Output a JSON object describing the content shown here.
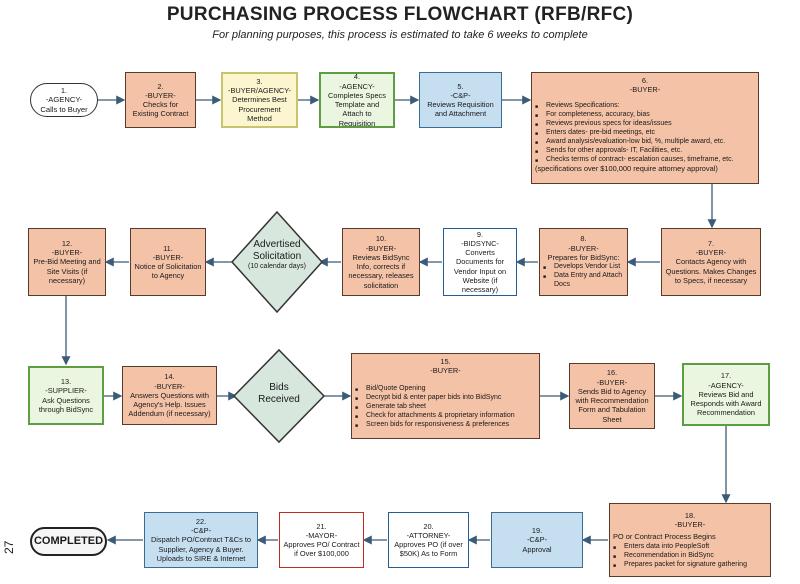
{
  "header": {
    "title": "PURCHASING PROCESS FLOWCHART (RFB/RFC)",
    "subtitle": "For planning purposes, this process is estimated to take 6 weeks to complete"
  },
  "steps": {
    "s1": {
      "num": "1.",
      "role": "-AGENCY-",
      "text": "Calls to Buyer"
    },
    "s2": {
      "num": "2.",
      "role": "-BUYER-",
      "text": "Checks for Existing Contract"
    },
    "s3": {
      "num": "3.",
      "role": "-BUYER/AGENCY-",
      "text": "Determines Best Procurement Method"
    },
    "s4": {
      "num": "4.",
      "role": "-AGENCY-",
      "text": "Completes Specs Template and Attach to Requisition"
    },
    "s5": {
      "num": "5.",
      "role": "-C&P-",
      "text": "Reviews Requisition and Attachment"
    },
    "s6": {
      "num": "6.",
      "role": "-BUYER-",
      "items": [
        "Reviews Specifications:",
        "For completeness, accuracy, bias",
        "Reviews previous specs for ideas/issues",
        "Enters dates- pre-bid meetings, etc",
        "Award analysis/evaluation-low bid, %, multiple award, etc.",
        "Sends for other approvals- IT, Facilities, etc.",
        "Checks terms of contract- escalation causes, timeframe, etc."
      ],
      "note": "(specifications over $100,000 require attorney approval)"
    },
    "s7": {
      "num": "7.",
      "role": "-BUYER-",
      "text": "Contacts Agency with Questions. Makes Changes to Specs, if necessary"
    },
    "s8": {
      "num": "8.",
      "role": "-BUYER-",
      "intro": "Prepares for BidSync:",
      "items": [
        "Develops Vendor List",
        "Data Entry and Attach Docs"
      ]
    },
    "s9": {
      "num": "9.",
      "role": "-BIDSYNC-",
      "text": "Converts Documents for Vendor Input on Website (if necessary)"
    },
    "s10": {
      "num": "10.",
      "role": "-BUYER-",
      "text": "Reviews BidSync Info, corrects if necessary, releases solicitation"
    },
    "s11": {
      "num": "11.",
      "role": "-BUYER-",
      "text": "Notice of Solicitation to Agency"
    },
    "s12": {
      "num": "12.",
      "role": "-BUYER-",
      "text": "Pre-Bid Meeting and Site Visits (if necessary)"
    },
    "s13": {
      "num": "13.",
      "role": "-SUPPLIER-",
      "text": "Ask Questions through BidSync"
    },
    "s14": {
      "num": "14.",
      "role": "-BUYER-",
      "text": "Answers Questions with Agency's Help. Issues Addendum (if necessary)"
    },
    "s15": {
      "num": "15.",
      "role": "-BUYER-",
      "items": [
        "Bid/Quote Opening",
        "Decrypt bid & enter paper bids into BidSync",
        "Generate tab sheet",
        "Check for attachments & proprietary information",
        "Screen bids for responsiveness & preferences"
      ]
    },
    "s16": {
      "num": "16.",
      "role": "-BUYER-",
      "text": "Sends Bid to Agency with Recommendation Form and Tabulation Sheet"
    },
    "s17": {
      "num": "17.",
      "role": "-AGENCY-",
      "text": "Reviews Bid and Responds with Award Recommendation"
    },
    "s18": {
      "num": "18.",
      "role": "-BUYER-",
      "intro": "PO or Contract Process Begins",
      "items": [
        "Enters data into PeopleSoft",
        "Recommendation in BidSync",
        "Prepares packet for signature gathering"
      ]
    },
    "s19": {
      "num": "19.",
      "role": "-C&P-",
      "text": "Approval"
    },
    "s20": {
      "num": "20.",
      "role": "-ATTORNEY-",
      "text": "Approves PO (if over $50K) As to Form"
    },
    "s21": {
      "num": "21.",
      "role": "-MAYOR-",
      "text": "Approves PO/ Contract if Over $100,000"
    },
    "s22": {
      "num": "22.",
      "role": "-C&P-",
      "text": "Dispatch PO/Contract T&Cs to Supplier, Agency & Buyer. Uploads to SIRE & Internet"
    }
  },
  "decisions": {
    "advertised": {
      "label": "Advertised Solicitation",
      "sub": "(10 calendar days)"
    },
    "bids": {
      "label": "Bids Received"
    }
  },
  "terminal": {
    "completed": "COMPLETED"
  },
  "page_number": "27"
}
